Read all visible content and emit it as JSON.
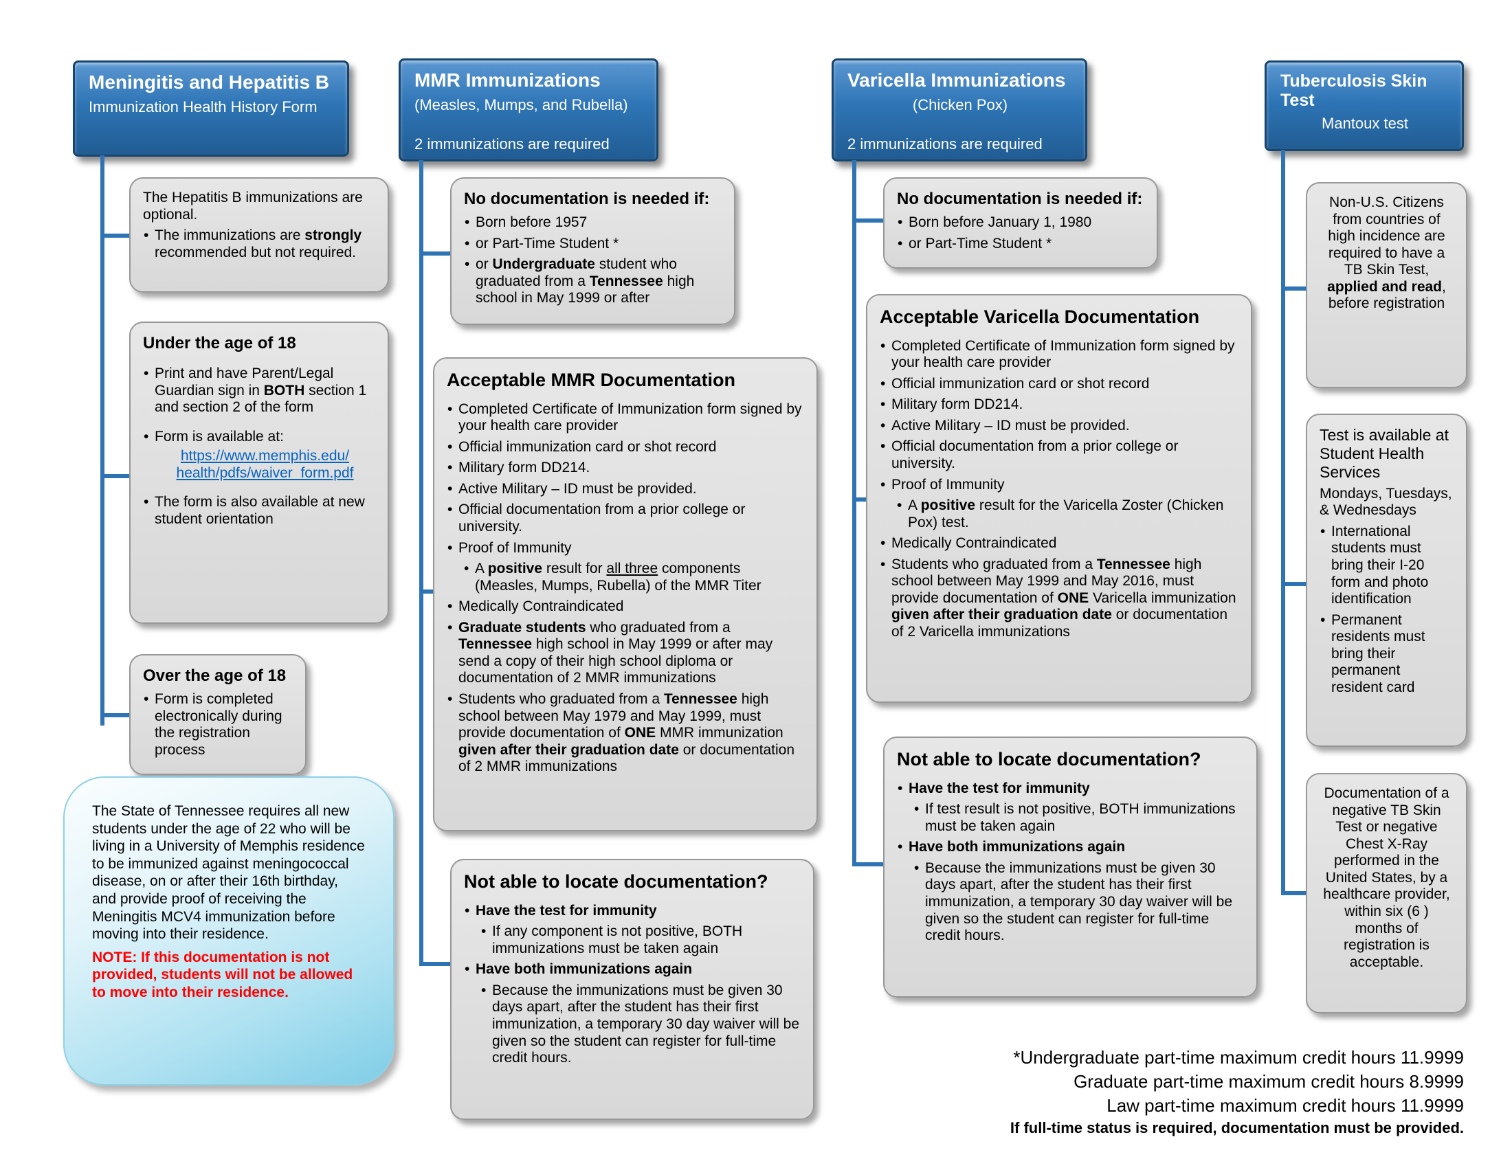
{
  "palette": {
    "header_blue": "#2E75B6",
    "connector_blue": "#2E74B5",
    "note_red": "#FF0000",
    "link_blue": "#0563C1",
    "info_box_blue": "#7FCDE6"
  },
  "meningitis": {
    "header": {
      "title": "Meningitis and Hepatitis B",
      "subtitle": "Immunization Health History Form"
    },
    "hepb_box": {
      "intro": "The Hepatitis B immunizations are optional.",
      "bullet": "The immunizations are <b>strongly</b> recommended but not required."
    },
    "under18_box": {
      "title": "Under the age of 18",
      "bullet1": "Print  and have Parent/Legal Guardian sign in <b>BOTH</b> section 1  and section 2 of the form",
      "bullet2_label": "Form is available at:",
      "link_line1": "https://www.memphis.edu/",
      "link_line2": "health/pdfs/waiver_form.pdf",
      "bullet3": "The form is also available at new student orientation"
    },
    "over18_box": {
      "title": "Over the age of 18",
      "bullet": "Form is completed electronically during the registration process"
    },
    "state_note_box": {
      "body": "The State of Tennessee requires all new students under the age of 22 who will be living in a University of Memphis residence to be immunized against meningococcal disease, on or after their 16th birthday, and provide proof of receiving the Meningitis MCV4 immunization before moving into their residence.",
      "note": "NOTE: If this documentation is not provided, students will not be allowed to move into their residence."
    }
  },
  "mmr": {
    "header": {
      "title": "MMR  Immunizations",
      "subtitle": "(Measles, Mumps, and Rubella)",
      "requirement": "2 immunizations are required"
    },
    "no_doc_box": {
      "title": "No documentation is needed if:",
      "bullets": [
        "Born before 1957",
        "or Part-Time  Student  *",
        "or <b>Undergraduate</b> student who graduated from a <b>Tennessee</b> high school in May 1999 or after"
      ]
    },
    "acceptable_box": {
      "title": "Acceptable MMR Documentation",
      "items": [
        "Completed Certificate of Immunization form signed by your  health care provider",
        "Official immunization card or shot record",
        "Military form DD214.",
        "Active Military – ID must be provided.",
        "Official documentation from a prior college or university.",
        "Proof of Immunity",
        "A <b>positive</b> result for <u>all three</u> components (Measles, Mumps, Rubella) of the MMR Titer",
        "Medically Contraindicated",
        "<b>Graduate students</b> who graduated from a <b>Tennessee</b> high school in  May 1999 or after may send a copy of their high school diploma or documentation of 2 MMR immunizations",
        "Students who graduated from a  <b>Tennessee</b> high school between  May 1979 and May 1999, must provide documentation of <b>ONE</b> MMR immunization <b>given after their graduation date</b> or documentation of 2 MMR immunizations"
      ]
    },
    "not_located_box": {
      "title": "Not able to locate documentation?",
      "items": [
        "<b>Have the test for immunity</b>",
        "If any component is not positive, BOTH immunizations must be taken again",
        "<b>Have both immunizations again</b>",
        "Because the immunizations must be given 30 days apart, after the student has their first immunization, a temporary 30 day waiver will be given so the student can register for full-time credit hours."
      ]
    }
  },
  "varicella": {
    "header": {
      "title": "Varicella  Immunizations",
      "subtitle": "(Chicken Pox)",
      "requirement": "2 immunizations are required"
    },
    "no_doc_box": {
      "title": "No documentation is needed if:",
      "bullets": [
        "Born before January 1, 1980",
        "or Part-Time Student  *"
      ]
    },
    "acceptable_box": {
      "title": "Acceptable Varicella Documentation",
      "items": [
        "Completed Certificate of Immunization form signed by your  health care provider",
        "Official immunization card or shot record",
        "Military form DD214.",
        "Active Military – ID must be provided.",
        "Official documentation from a prior college or university.",
        "Proof of Immunity",
        "A <b>positive</b> result for the Varicella Zoster (Chicken Pox) test.",
        "Medically Contraindicated",
        "Students who graduated from a  <b>Tennessee</b> high school between May 1999 and May 2016, must provide documentation of <b>ONE</b> Varicella immunization <b>given after their graduation date</b> or documentation of 2 Varicella immunizations"
      ]
    },
    "not_located_box": {
      "title": "Not able to locate documentation?",
      "items": [
        "<b>Have the test for immunity</b>",
        "If test result is not positive, BOTH immunizations must be taken again",
        "<b>Have both immunizations again</b>",
        "Because the immunizations must be given 30 days apart, after the student has their first immunization, a temporary 30 day waiver will be given so the student can register for full-time credit hours."
      ]
    }
  },
  "tb": {
    "header": {
      "title": "Tuberculosis Skin Test",
      "subtitle": "Mantoux test"
    },
    "nonus_box": {
      "body": "Non-U.S. Citizens from countries of high incidence are required to have a TB Skin Test, <b>applied and read</b>, before registration"
    },
    "availability_box": {
      "line1": "Test is available at Student Health Services",
      "line2": "Mondays, Tuesdays, & Wednesdays",
      "bullets": [
        "International students must bring their I-20 form and photo identification",
        "Permanent residents must bring their permanent resident card"
      ]
    },
    "documentation_box": {
      "body": "Documentation of a negative TB Skin Test or negative Chest X-Ray performed  in the United States, by a healthcare provider, within  six (6 ) months of registration is acceptable."
    }
  },
  "footnotes": {
    "line1": "*Undergraduate part-time maximum credit hours 11.9999",
    "line2": "Graduate part-time maximum credit hours 8.9999",
    "line3": "Law part-time maximum credit hours 11.9999",
    "line4": "If full-time status is required, documentation must be provided."
  }
}
